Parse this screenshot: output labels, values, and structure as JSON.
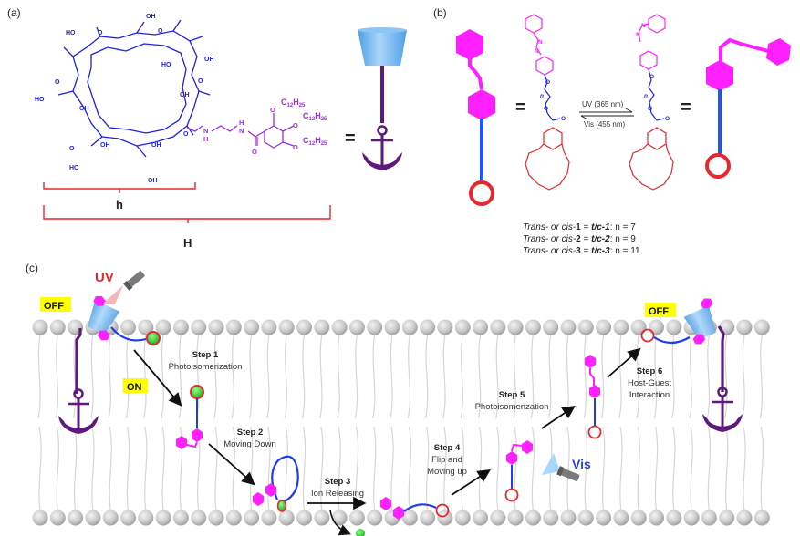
{
  "figure": {
    "panels": {
      "a": "(a)",
      "b": "(b)",
      "c": "(c)"
    },
    "colors": {
      "cyclodextrin": "#1f1fe6",
      "anchor_chain": "#9b30e0",
      "anchor": "#5e1a7a",
      "host_cup": "#69b4f2",
      "azobenzene": "#ff20ff",
      "linker": "#1f55ff",
      "crown_ether": "#e8262e",
      "ion": "#22cc22",
      "bracket": "#e8262e",
      "tag_bg": "#ffff00",
      "uv_text": "#e8262e",
      "vis_text": "#2a44d8",
      "lipid_head": "#c8c8c8",
      "lipid_tail": "#d6d6d6",
      "arrow": "#111111"
    },
    "panel_a": {
      "hydroxyls": [
        "OH",
        "HO"
      ],
      "ring_oxygen": "O",
      "amine_label": "N",
      "amine_h": "H",
      "amide_n": "N",
      "amide_h": "H",
      "carbonyl_o": "O",
      "alkoxy": [
        "O",
        "O",
        "O"
      ],
      "chains": [
        "C12H25",
        "C12H25",
        "C12H25"
      ],
      "chain_c": "C",
      "chain_c_sub": "12",
      "chain_h": "H",
      "chain_h_sub": "25",
      "equals": "=",
      "bracket_small": "h",
      "bracket_large": "H"
    },
    "panel_b": {
      "equals_left": "=",
      "equals_right": "=",
      "uv_condition": "UV (365 nm)",
      "vis_condition": "Vis (455 nm)",
      "n_label": "n",
      "azo_n": "N",
      "ether_o": "O",
      "captions": [
        {
          "prefix": "Trans- or cis-",
          "num": "1",
          "eq": " = ",
          "code": "t/c-1",
          "tail": ": n = 7"
        },
        {
          "prefix": "Trans- or cis-",
          "num": "2",
          "eq": " = ",
          "code": "t/c-2",
          "tail": ": n = 9"
        },
        {
          "prefix": "Trans- or cis-",
          "num": "3",
          "eq": " = ",
          "code": "t/c-3",
          "tail": ": n = 11"
        }
      ]
    },
    "panel_c": {
      "uv_label": "UV",
      "vis_label": "Vis",
      "off_left": "OFF",
      "on": "ON",
      "off_right": "OFF",
      "steps": [
        {
          "title": "Step 1",
          "desc": [
            "Photoisomerization"
          ]
        },
        {
          "title": "Step 2",
          "desc": [
            "Moving Down"
          ]
        },
        {
          "title": "Step 3",
          "desc": [
            "Ion Releasing"
          ]
        },
        {
          "title": "Step 4",
          "desc": [
            "Flip and",
            "Moving up"
          ]
        },
        {
          "title": "Step 5",
          "desc": [
            "Photoisomerization"
          ]
        },
        {
          "title": "Step 6",
          "desc": [
            "Host-Guest",
            "Interaction"
          ]
        }
      ],
      "icons": {
        "flashlight": "flashlight-icon",
        "anchor": "anchor-icon",
        "host": "cyclodextrin-cup-icon",
        "ion": "ion-sphere-icon"
      }
    }
  }
}
